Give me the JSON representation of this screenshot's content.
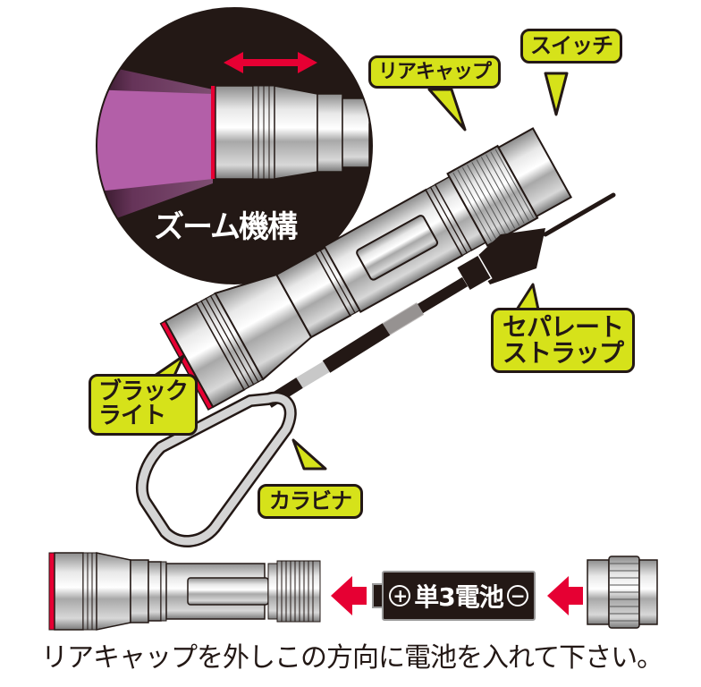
{
  "figure": {
    "type": "product-feature-diagram",
    "subject": "flashlight with separate strap and carabiner"
  },
  "zoom_inset": {
    "label": "ズーム機構",
    "arrow_icon": "double-arrow-red",
    "light_beam_color": "#b35fa8"
  },
  "callouts": {
    "rear_cap": "リアキャップ",
    "switch": "スイッチ",
    "separate_strap_line1": "セパレート",
    "separate_strap_line2": "ストラップ",
    "black_light_line1": "ブラック",
    "black_light_line2": "ライト",
    "carabiner": "カラビナ"
  },
  "battery_section": {
    "battery_label": "単3電池",
    "plus_symbol": "+",
    "minus_symbol": "−",
    "arrow_icon": "left-arrow-red",
    "instruction": "リアキャップを外しこの方向に電池を入れて下さい。"
  },
  "colors": {
    "callout_fill": "#d6e21a",
    "outline": "#231815",
    "accent_red": "#e60033",
    "inset_bg": "#231815",
    "uv_purple": "#b35fa8"
  }
}
